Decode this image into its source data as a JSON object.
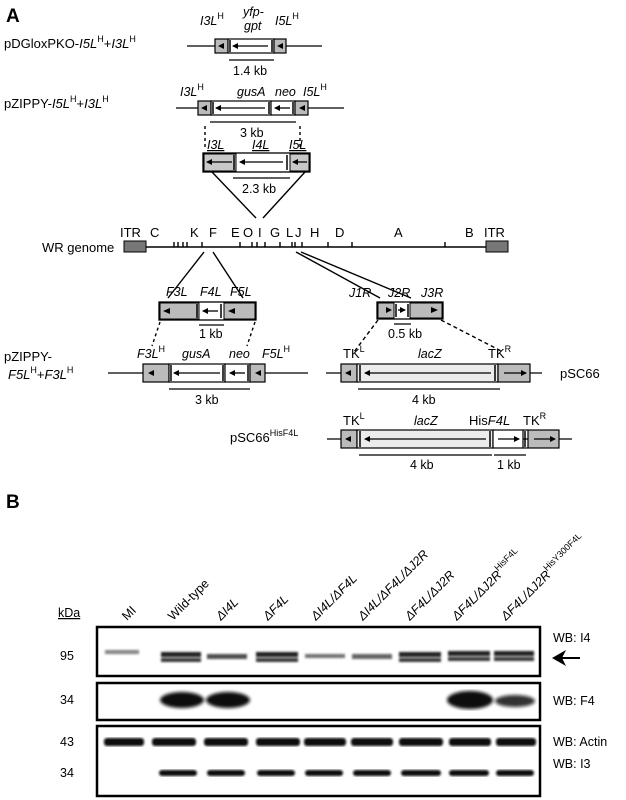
{
  "panel_a": {
    "letter": "A",
    "pdglox": {
      "name": "pDGloxPKO-",
      "name_gene": "I5L",
      "name_sup": "H",
      "name_join": "+",
      "name_gene2": "I3L",
      "name_sup2": "H",
      "left": "I3L",
      "left_sup": "H",
      "mid_top": "yfp-",
      "mid_bot": "gpt",
      "right": "I5L",
      "right_sup": "H",
      "scale": "1.4 kb"
    },
    "pzippy_i": {
      "name": "pZIPPY-",
      "name_gene": "I5L",
      "name_sup": "H",
      "name_join": "+",
      "name_gene2": "I3L",
      "name_sup2": "H",
      "left": "I3L",
      "left_sup": "H",
      "gus": "gusA",
      "neo": "neo",
      "right": "I5L",
      "right_sup": "H",
      "scale": "3 kb"
    },
    "i_locus": {
      "genes": [
        "I3L",
        "I4L",
        "I5L"
      ],
      "scale": "2.3 kb"
    },
    "genome": {
      "name": "WR genome",
      "itr_left": "ITR",
      "itr_right": "ITR",
      "fragments": [
        "C",
        "K",
        "F",
        "E",
        "O",
        "I",
        "G",
        "L",
        "J",
        "H",
        "D",
        "A",
        "B"
      ]
    },
    "f_locus": {
      "genes": [
        "F3L",
        "F4L",
        "F5L"
      ],
      "scale": "1 kb"
    },
    "j_locus": {
      "genes": [
        "J1R",
        "J2R",
        "J3R"
      ],
      "scale": "0.5 kb"
    },
    "pzippy_f": {
      "name_line1": "pZIPPY-",
      "name_line2_a": "F5L",
      "name_line2_sup": "H",
      "name_line2_join": "+",
      "name_line2_b": "F3L",
      "name_line2_sup2": "H",
      "left": "F3L",
      "left_sup": "H",
      "gus": "gusA",
      "neo": "neo",
      "right": "F5L",
      "right_sup": "H",
      "scale": "3 kb"
    },
    "psc66": {
      "name": "pSC66",
      "tk_left": "TK",
      "tk_left_sup": "L",
      "lacz": "lacZ",
      "tk_right": "TK",
      "tk_right_sup": "R",
      "scale": "4 kb"
    },
    "psc66_his": {
      "name": "pSC66",
      "name_sup": "HisF4L",
      "tk_left": "TK",
      "tk_left_sup": "L",
      "lacz": "lacZ",
      "his": "His",
      "his_gene": "F4L",
      "tk_right": "TK",
      "tk_right_sup": "R",
      "scale_1": "4 kb",
      "scale_2": "1 kb"
    }
  },
  "panel_b": {
    "letter": "B",
    "kda_label": "kDa",
    "lanes": [
      "MI",
      "Wild-type",
      "ΔI4L",
      "ΔF4L",
      "ΔI4L/ΔF4L",
      "ΔI4L/ΔF4L/ΔJ2R",
      "ΔF4L/ΔJ2R",
      "ΔF4L/ΔJ2R",
      "ΔF4L/ΔJ2R"
    ],
    "lane_sups": [
      "",
      "",
      "",
      "",
      "",
      "",
      "",
      "HisF4L",
      "HisY300F4L"
    ],
    "blots": [
      {
        "marker": "95",
        "wb": "WB: I4",
        "arrow": true
      },
      {
        "marker": "34",
        "wb": "WB: F4",
        "arrow": false
      },
      {
        "marker": "43",
        "wb": "WB: Actin",
        "arrow": false
      },
      {
        "marker": "34",
        "wb": "WB: I3",
        "arrow": false
      }
    ]
  }
}
